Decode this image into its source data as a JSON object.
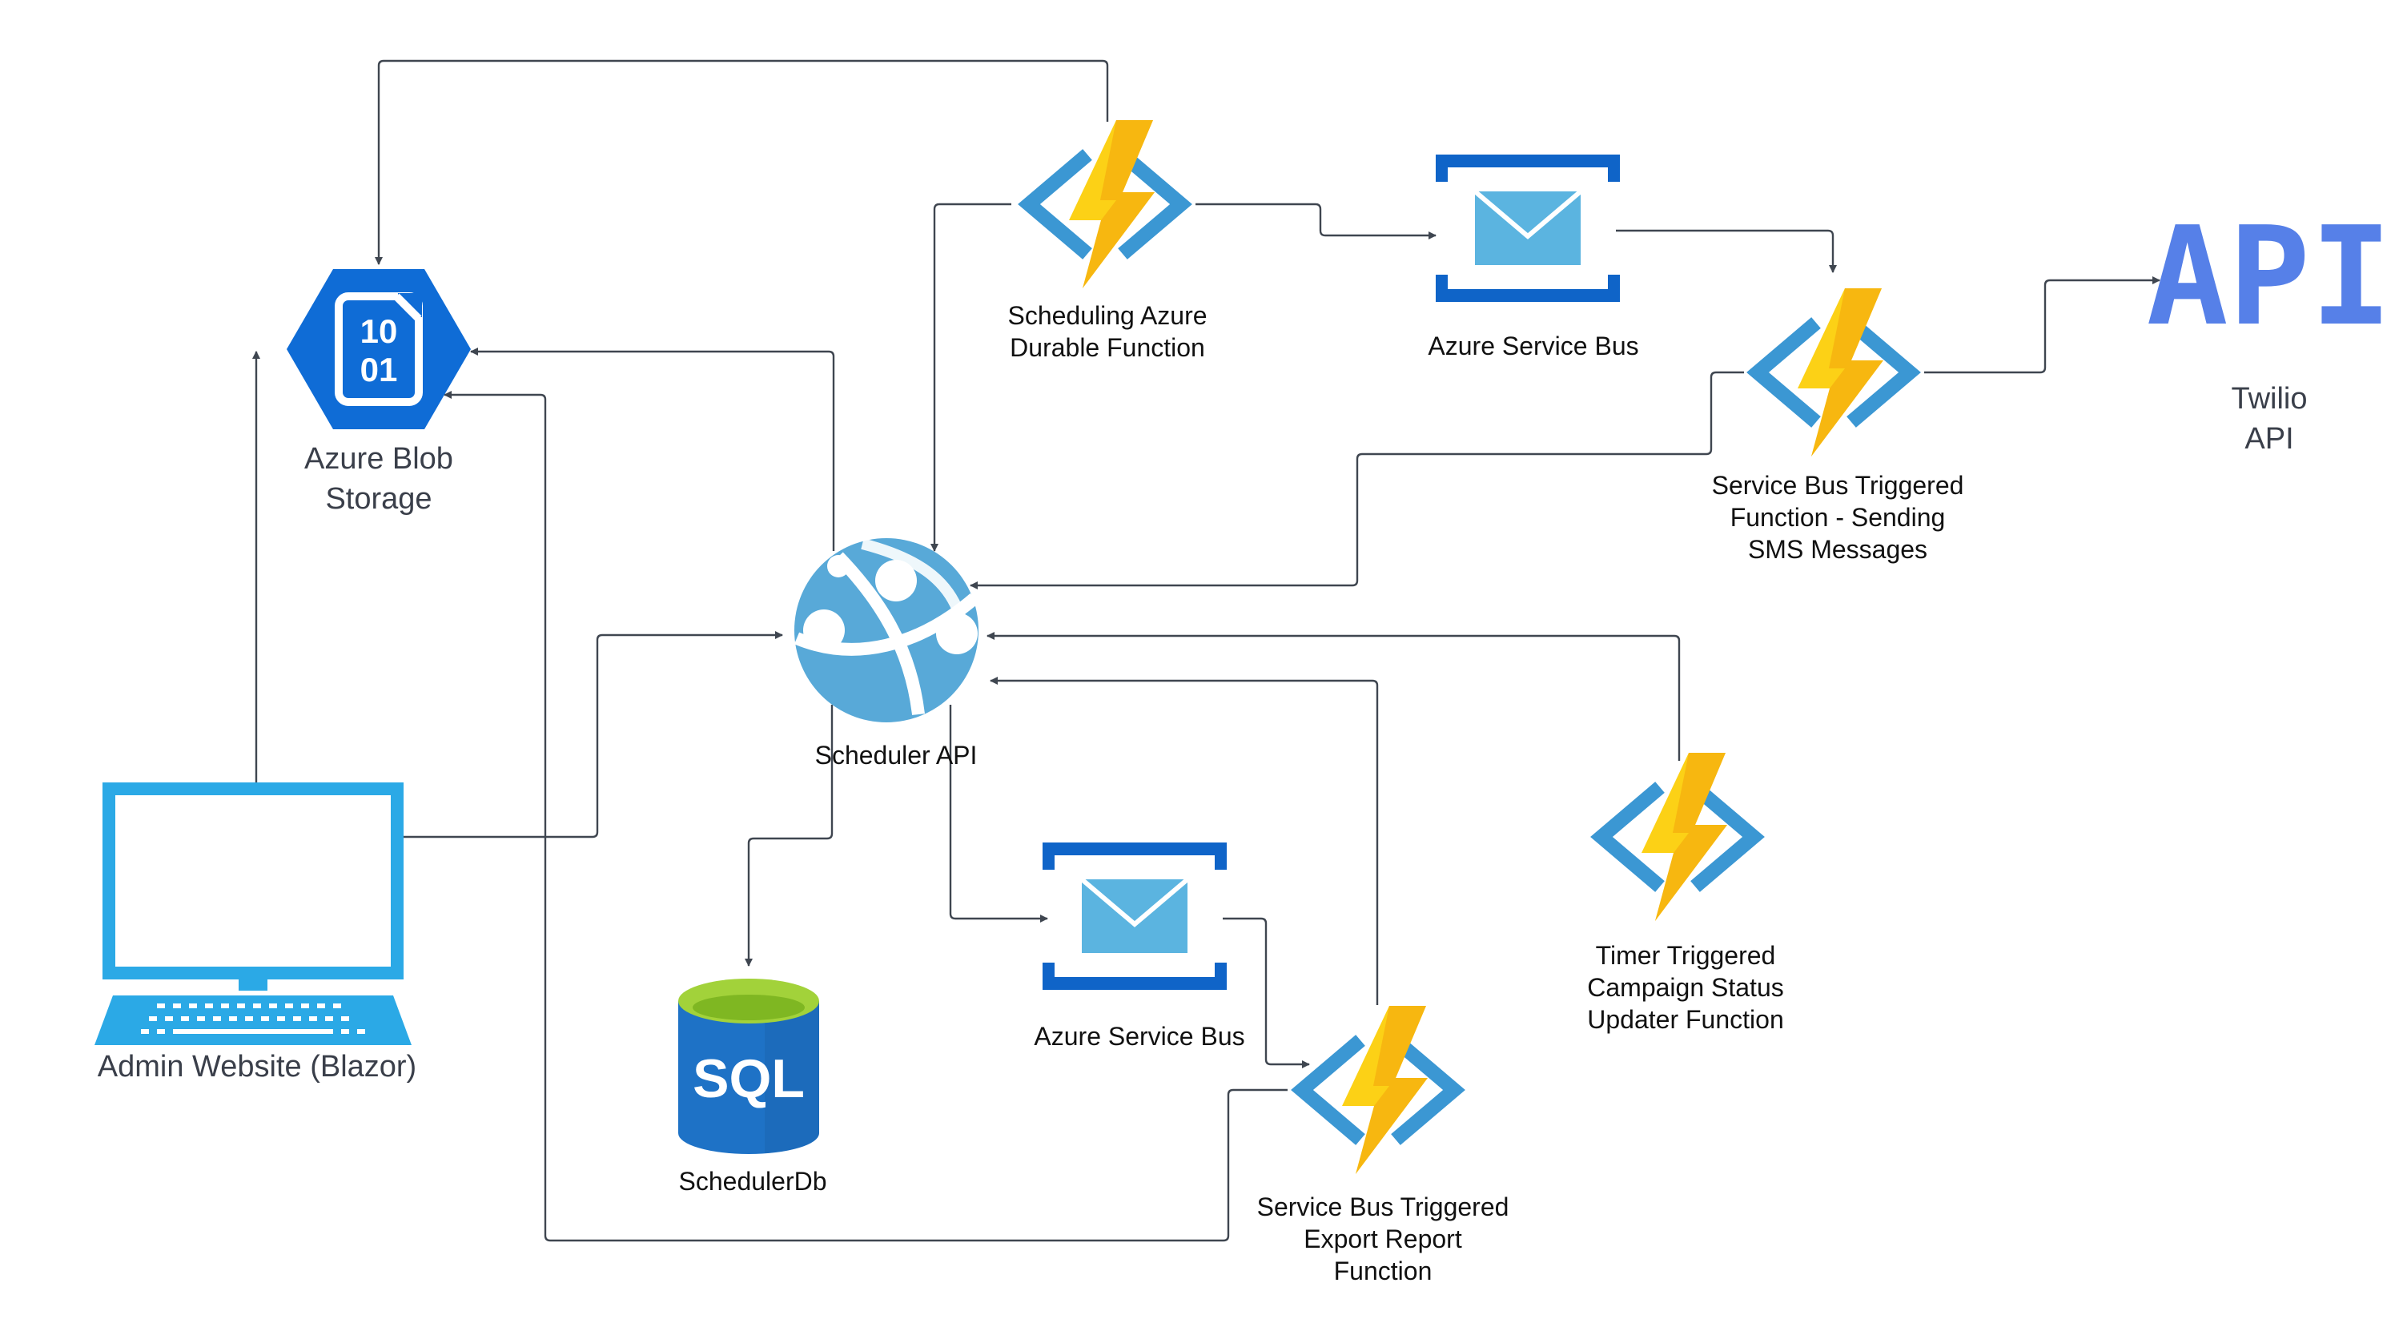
{
  "nodes": {
    "blob_storage": {
      "label": "Azure Blob\nStorage",
      "icon": "azure-blob-storage-icon",
      "icon_text_top": "10",
      "icon_text_bottom": "01"
    },
    "scheduling_function": {
      "label": "Scheduling Azure\nDurable Function",
      "icon": "azure-function-icon"
    },
    "service_bus_top": {
      "label": "Azure Service Bus",
      "icon": "azure-service-bus-icon"
    },
    "sms_function": {
      "label": "Service Bus Triggered\nFunction - Sending\nSMS Messages",
      "icon": "azure-function-icon"
    },
    "twilio_api": {
      "label": "Twilio API",
      "icon": "api-icon",
      "icon_text": "API"
    },
    "scheduler_api": {
      "label": "Scheduler API",
      "icon": "azure-app-service-icon"
    },
    "admin_website": {
      "label": "Admin Website (Blazor)",
      "icon": "laptop-icon"
    },
    "scheduler_db": {
      "label": "SchedulerDb",
      "icon": "sql-database-icon",
      "icon_text": "SQL"
    },
    "service_bus_bottom": {
      "label": "Azure Service Bus",
      "icon": "azure-service-bus-icon"
    },
    "export_function": {
      "label": "Service Bus Triggered\nExport Report\nFunction",
      "icon": "azure-function-icon"
    },
    "timer_function": {
      "label": "Timer Triggered\nCampaign Status\nUpdater Function",
      "icon": "azure-function-icon"
    }
  },
  "colors": {
    "azure_blue": "#0f6cd6",
    "function_bracket": "#3b97d3",
    "lightning_yellow": "#fcd116",
    "lightning_orange": "#f2a20c",
    "bus_dark": "#0f64c8",
    "bus_light": "#5bb4e0",
    "app_service": "#58a9d8",
    "laptop": "#2ba9e6",
    "sql_body": "#1e72c6",
    "sql_top": "#a2d23a",
    "api_text": "#5680e8",
    "connector": "#3f4650"
  }
}
